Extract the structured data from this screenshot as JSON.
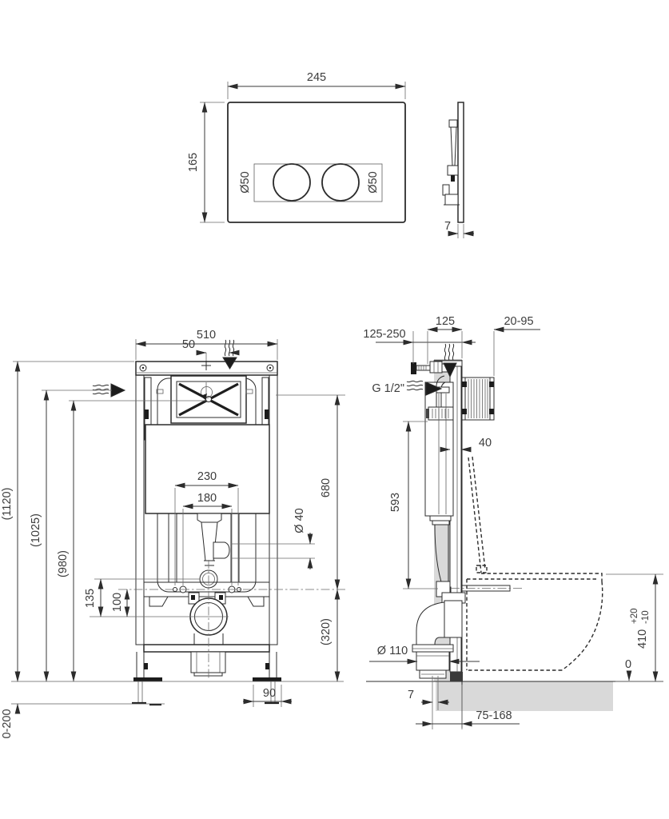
{
  "plate_front": {
    "width": "245",
    "height": "165",
    "button_left": "Ø50",
    "button_right": "Ø50"
  },
  "plate_side": {
    "thickness": "7"
  },
  "frame_front": {
    "width": "510",
    "inlet_offset": "50",
    "anchor_span": "230",
    "bolt_span": "180",
    "spare_outlet": "Ø 40",
    "upper_height": "680",
    "lower_height": "(320)",
    "total_height": "(1120)",
    "supply_height": "(1025)",
    "panel_height": "(980)",
    "foot_range": "0-200",
    "bend_drop": "135",
    "rail_drop": "100",
    "foot_plate": "90"
  },
  "frame_side": {
    "supply_reach": "125-250",
    "frame_depth": "125",
    "sleeve_reach": "20-95",
    "thread": "G 1/2\"",
    "profile": "40",
    "valve_drop": "593",
    "drain_dia": "Ø 110",
    "axis_gap": "7",
    "drain_reach": "75-168",
    "bowl_height": "410",
    "tol_plus": "+20",
    "tol_minus": "-10",
    "floor": "0"
  }
}
